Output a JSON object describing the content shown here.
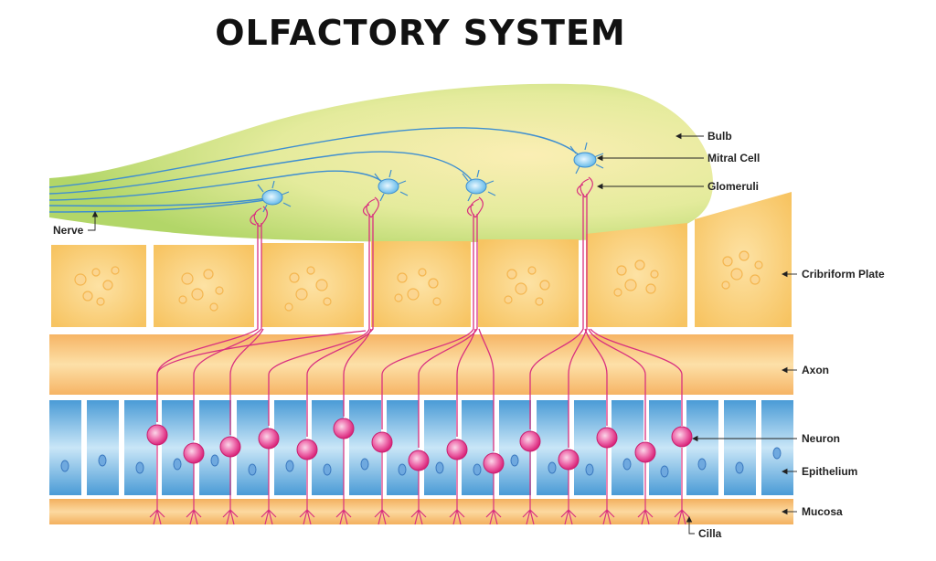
{
  "title": "OLFACTORY SYSTEM",
  "labels": {
    "bulb": "Bulb",
    "mitral_cell": "Mitral Cell",
    "glomeruli": "Glomeruli",
    "nerve": "Nerve",
    "cribriform_plate": "Cribriform Plate",
    "axon": "Axon",
    "neuron": "Neuron",
    "epithelium": "Epithelium",
    "mucosa": "Mucosa",
    "cilla": "Cilla"
  },
  "colors": {
    "bulb_green": "#b7d96a",
    "plate_orange": "#f9c96a",
    "axon_band": "#f5b766",
    "epithelium_blue": "#4f9ed8",
    "neuron_pink": "#e0307f",
    "mitral_blue": "#5bb6e8"
  }
}
